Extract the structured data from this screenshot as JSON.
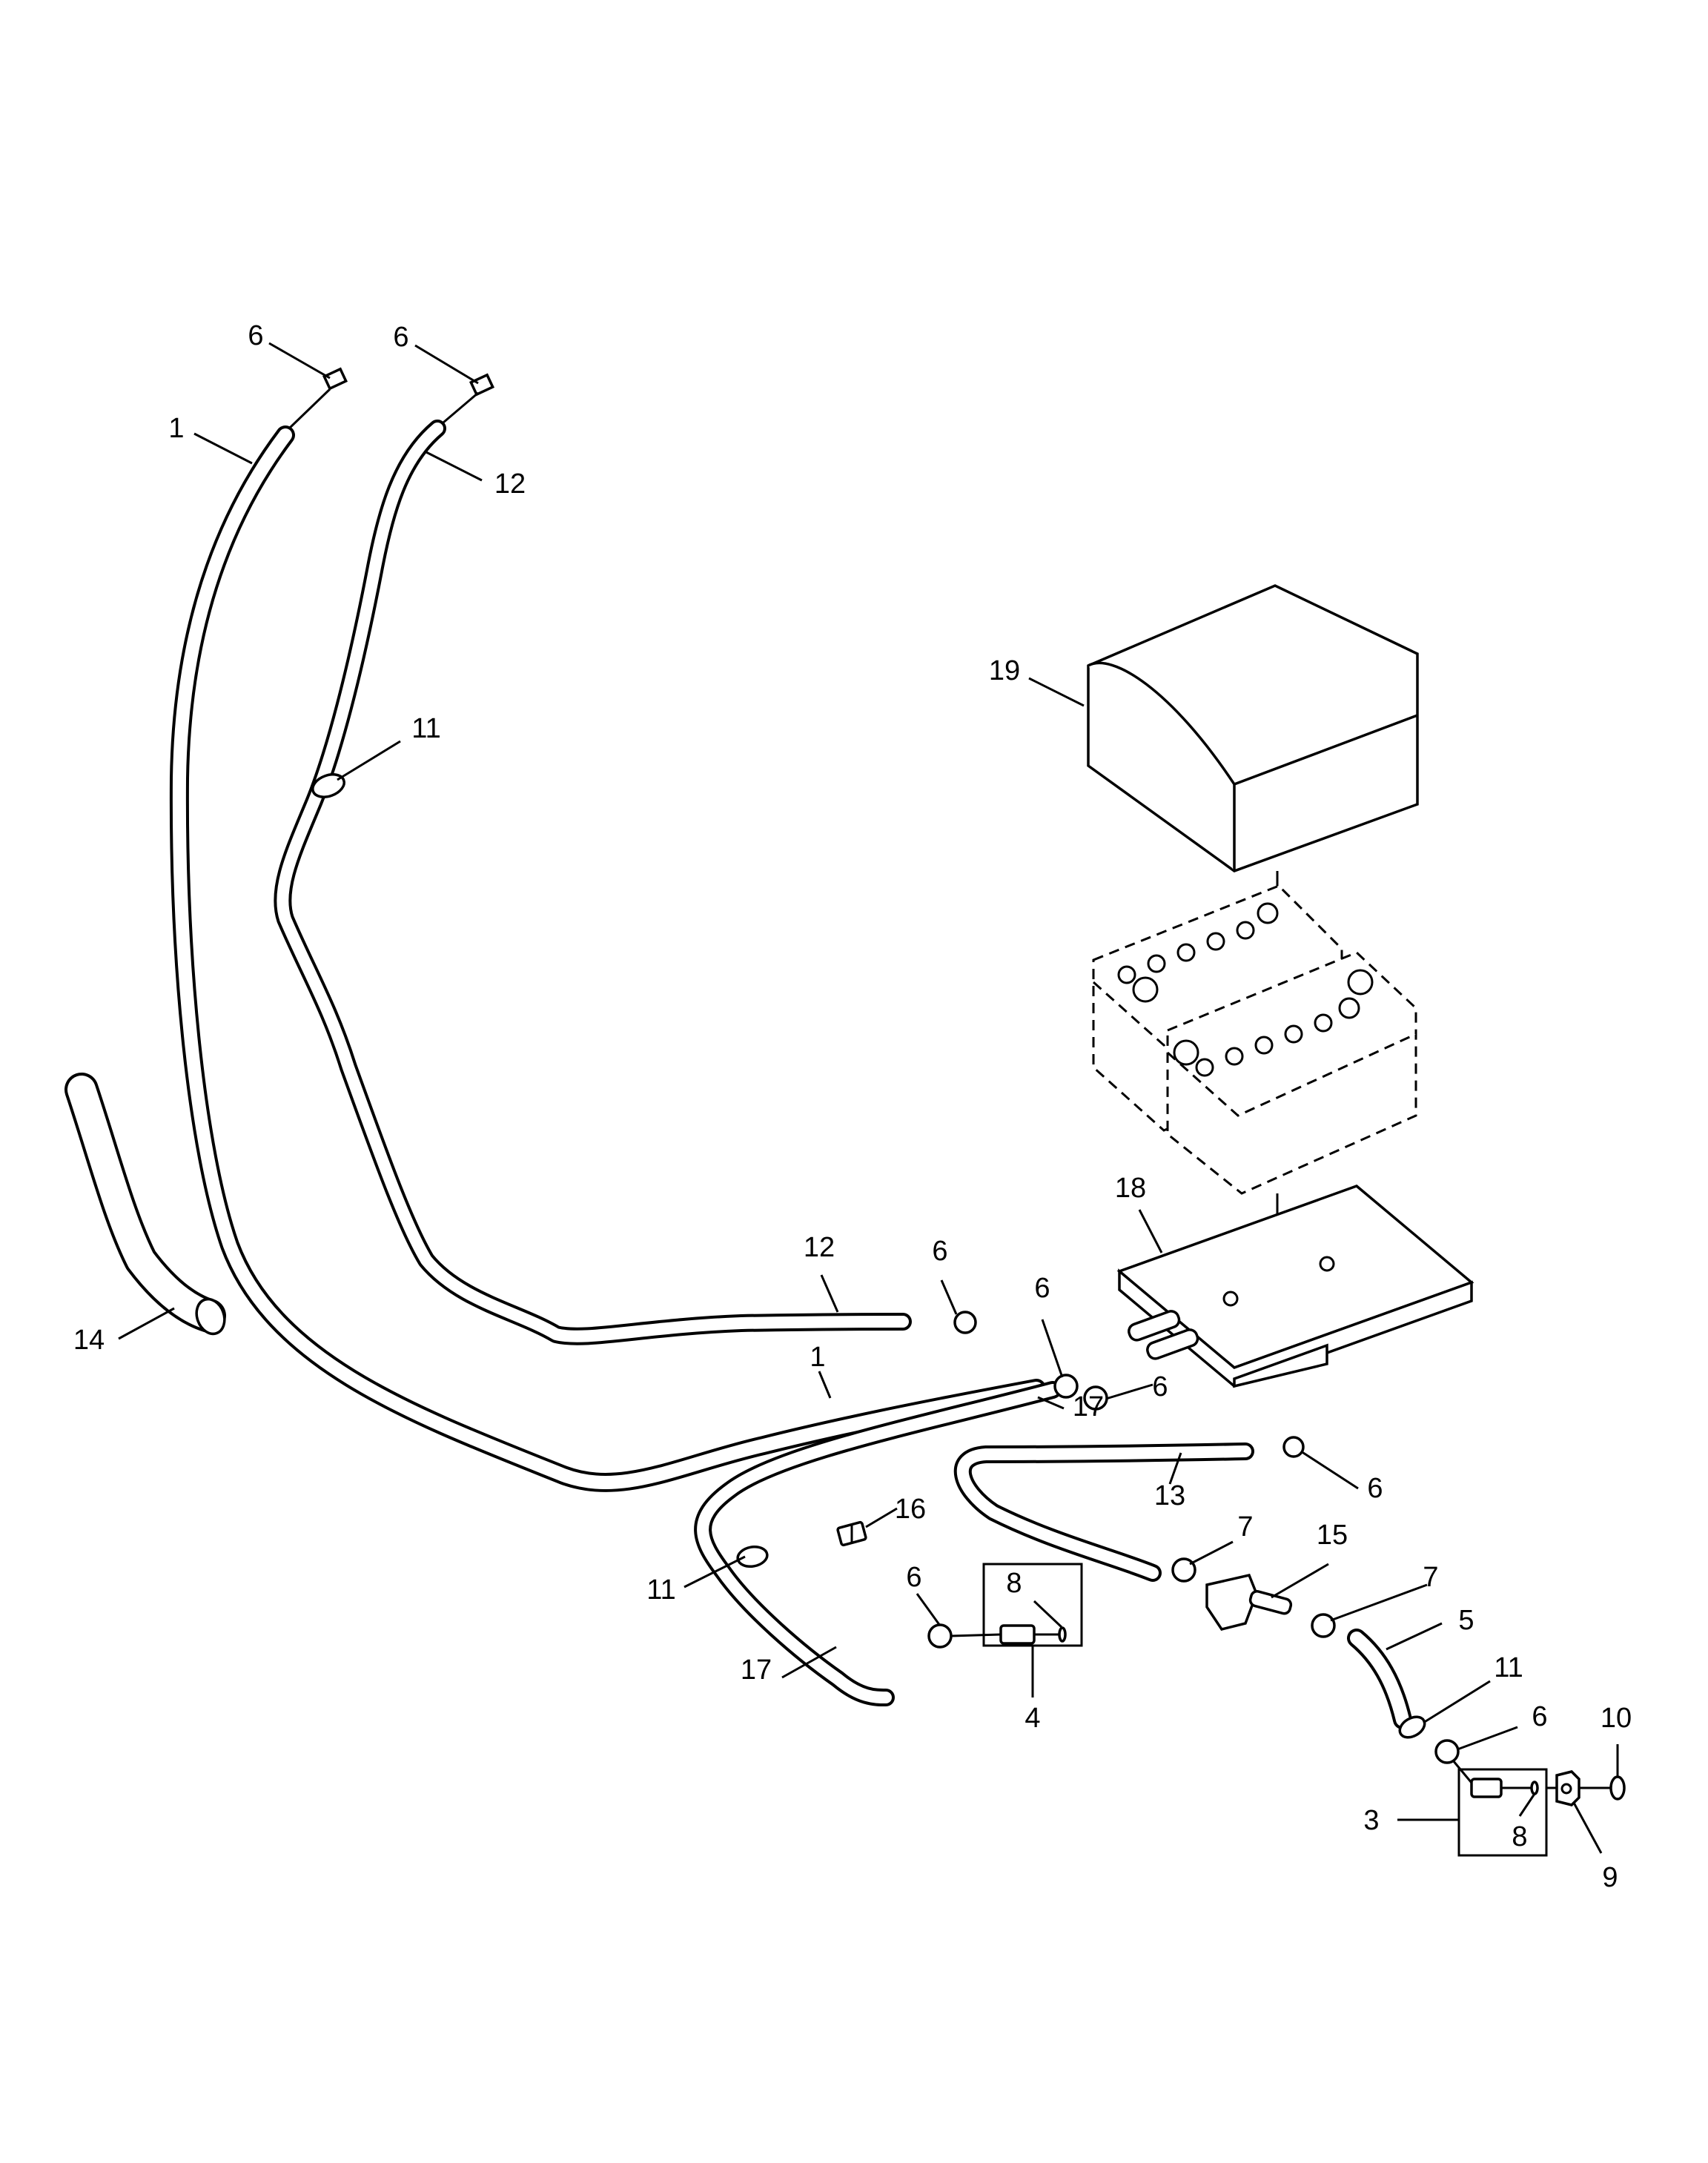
{
  "callouts": [
    {
      "id": "c6-top-a",
      "label": "6"
    },
    {
      "id": "c6-top-b",
      "label": "6"
    },
    {
      "id": "c1-top",
      "label": "1"
    },
    {
      "id": "c12-top",
      "label": "12"
    },
    {
      "id": "c19",
      "label": "19"
    },
    {
      "id": "c11-upper",
      "label": "11"
    },
    {
      "id": "c18",
      "label": "18"
    },
    {
      "id": "c12-lower",
      "label": "12"
    },
    {
      "id": "c6-mid-a",
      "label": "6"
    },
    {
      "id": "c6-mid-b",
      "label": "6"
    },
    {
      "id": "c14",
      "label": "14"
    },
    {
      "id": "c1-lower",
      "label": "1"
    },
    {
      "id": "c6-mid-c",
      "label": "6"
    },
    {
      "id": "c17-upper",
      "label": "17"
    },
    {
      "id": "c13",
      "label": "13"
    },
    {
      "id": "c6-right",
      "label": "6"
    },
    {
      "id": "c16",
      "label": "16"
    },
    {
      "id": "c7-a",
      "label": "7"
    },
    {
      "id": "c15",
      "label": "15"
    },
    {
      "id": "c11-left",
      "label": "11"
    },
    {
      "id": "c6-low",
      "label": "6"
    },
    {
      "id": "c8-box",
      "label": "8"
    },
    {
      "id": "c7-b",
      "label": "7"
    },
    {
      "id": "c5",
      "label": "5"
    },
    {
      "id": "c17-lower",
      "label": "17"
    },
    {
      "id": "c4",
      "label": "4"
    },
    {
      "id": "c11-right",
      "label": "11"
    },
    {
      "id": "c6-lowright",
      "label": "6"
    },
    {
      "id": "c10",
      "label": "10"
    },
    {
      "id": "c3",
      "label": "3"
    },
    {
      "id": "c8-lower",
      "label": "8"
    },
    {
      "id": "c9",
      "label": "9"
    }
  ]
}
